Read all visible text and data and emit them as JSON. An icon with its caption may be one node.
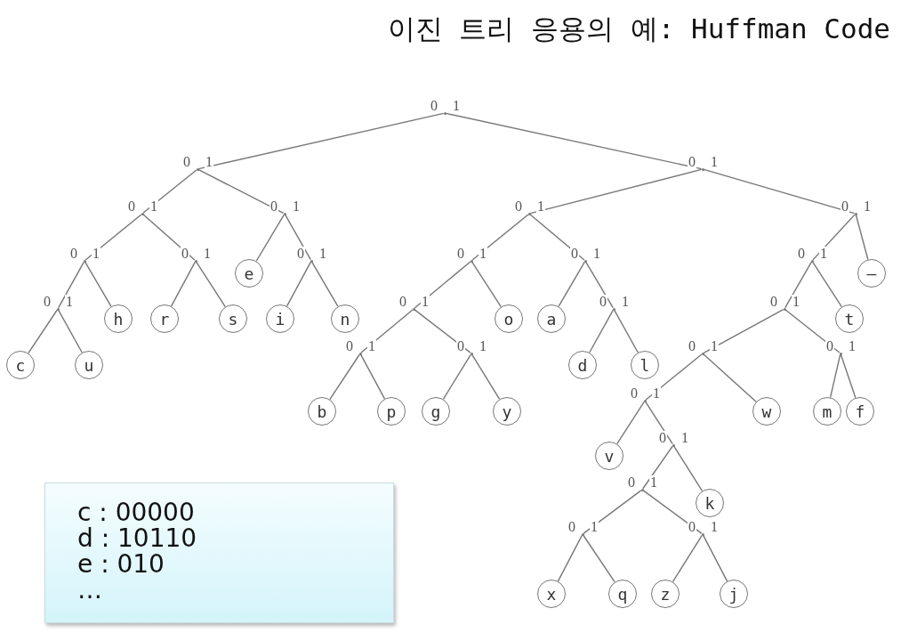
{
  "diagram": {
    "title": "이진 트리 응용의 예: Huffman Code",
    "nodes": [
      {
        "text": [],
        "shape": "point"
      },
      {
        "text": [],
        "shape": "point"
      },
      {
        "text": [],
        "shape": "point"
      },
      {
        "text": [],
        "shape": "point"
      },
      {
        "text": [],
        "shape": "point"
      },
      {
        "text": [
          "c"
        ]
      },
      {
        "text": [
          "u"
        ]
      },
      {
        "text": [
          "h"
        ]
      },
      {
        "text": [],
        "shape": "point"
      },
      {
        "text": [
          "r"
        ]
      },
      {
        "text": [
          "s"
        ]
      },
      {
        "text": [],
        "shape": "point"
      },
      {
        "text": [
          "e"
        ]
      },
      {
        "text": [],
        "shape": "point"
      },
      {
        "text": [
          "i"
        ]
      },
      {
        "text": [
          "n"
        ]
      },
      {
        "text": [],
        "shape": "point"
      },
      {
        "text": [],
        "shape": "point"
      },
      {
        "text": [],
        "shape": "point"
      },
      {
        "text": [],
        "shape": "point"
      },
      {
        "text": [],
        "shape": "point"
      },
      {
        "text": [
          "b"
        ]
      },
      {
        "text": [
          "p"
        ]
      },
      {
        "text": [],
        "shape": "point"
      },
      {
        "text": [
          "g"
        ]
      },
      {
        "text": [
          "y"
        ]
      },
      {
        "text": [
          "o"
        ]
      },
      {
        "text": [],
        "shape": "point"
      },
      {
        "text": [
          "a"
        ]
      },
      {
        "text": [],
        "shape": "point"
      },
      {
        "text": [
          "d"
        ]
      },
      {
        "text": [
          "l"
        ]
      },
      {
        "text": [],
        "shape": "point"
      },
      {
        "text": [],
        "shape": "point"
      },
      {
        "text": [],
        "shape": "point"
      },
      {
        "text": [],
        "shape": "point"
      },
      {
        "text": [],
        "shape": "point"
      },
      {
        "text": [
          "v"
        ]
      },
      {
        "text": [],
        "shape": "point"
      },
      {
        "text": [],
        "shape": "point"
      },
      {
        "text": [],
        "shape": "point"
      },
      {
        "text": [
          "x"
        ]
      },
      {
        "text": [
          "q"
        ]
      },
      {
        "text": [],
        "shape": "point"
      },
      {
        "text": [
          "z"
        ]
      },
      {
        "text": [
          "j"
        ]
      },
      {
        "text": [
          "k"
        ]
      },
      {
        "text": [
          "w"
        ]
      },
      {
        "text": [],
        "shape": "point"
      },
      {
        "text": [
          "m"
        ]
      },
      {
        "text": [
          "f"
        ]
      },
      {
        "text": [
          "t"
        ]
      },
      {
        "text": [
          "—"
        ]
      },
      {
        "text": [
          "c : 00000",
          "d : 10110",
          "e : 010",
          "…"
        ]
      }
    ],
    "edges": [
      {
        "from": 0,
        "to": 1,
        "arrow": "none",
        "label": "0"
      },
      {
        "from": 0,
        "to": 16,
        "arrow": "none",
        "label": "1"
      },
      {
        "from": 1,
        "to": 2,
        "arrow": "none",
        "label": "0"
      },
      {
        "from": 1,
        "to": 11,
        "arrow": "none",
        "label": "1"
      },
      {
        "from": 2,
        "to": 3,
        "arrow": "none",
        "label": "0"
      },
      {
        "from": 2,
        "to": 8,
        "arrow": "none",
        "label": "1"
      },
      {
        "from": 3,
        "to": 4,
        "arrow": "none",
        "label": "0"
      },
      {
        "from": 3,
        "to": 7,
        "arrow": "none",
        "label": "1"
      },
      {
        "from": 4,
        "to": 5,
        "arrow": "none",
        "label": "0"
      },
      {
        "from": 4,
        "to": 6,
        "arrow": "none",
        "label": "1"
      },
      {
        "from": 8,
        "to": 9,
        "arrow": "none",
        "label": "0"
      },
      {
        "from": 8,
        "to": 10,
        "arrow": "none",
        "label": "1"
      },
      {
        "from": 11,
        "to": 12,
        "arrow": "none",
        "label": "0"
      },
      {
        "from": 11,
        "to": 13,
        "arrow": "none",
        "label": "1"
      },
      {
        "from": 13,
        "to": 14,
        "arrow": "none",
        "label": "0"
      },
      {
        "from": 13,
        "to": 15,
        "arrow": "none",
        "label": "1"
      },
      {
        "from": 16,
        "to": 17,
        "arrow": "none",
        "label": "0"
      },
      {
        "from": 16,
        "to": 32,
        "arrow": "none",
        "label": "1"
      },
      {
        "from": 17,
        "to": 18,
        "arrow": "none",
        "label": "0"
      },
      {
        "from": 17,
        "to": 27,
        "arrow": "none",
        "label": "1"
      },
      {
        "from": 18,
        "to": 19,
        "arrow": "none",
        "label": "0"
      },
      {
        "from": 18,
        "to": 26,
        "arrow": "none",
        "label": "1"
      },
      {
        "from": 19,
        "to": 20,
        "arrow": "none",
        "label": "0"
      },
      {
        "from": 19,
        "to": 23,
        "arrow": "none",
        "label": "1"
      },
      {
        "from": 20,
        "to": 21,
        "arrow": "none",
        "label": "0"
      },
      {
        "from": 20,
        "to": 22,
        "arrow": "none",
        "label": "1"
      },
      {
        "from": 23,
        "to": 24,
        "arrow": "none",
        "label": "0"
      },
      {
        "from": 23,
        "to": 25,
        "arrow": "none",
        "label": "1"
      },
      {
        "from": 27,
        "to": 28,
        "arrow": "none",
        "label": "0"
      },
      {
        "from": 27,
        "to": 29,
        "arrow": "none",
        "label": "1"
      },
      {
        "from": 29,
        "to": 30,
        "arrow": "none",
        "label": "0"
      },
      {
        "from": 29,
        "to": 31,
        "arrow": "none",
        "label": "1"
      },
      {
        "from": 32,
        "to": 33,
        "arrow": "none",
        "label": "0"
      },
      {
        "from": 32,
        "to": 52,
        "arrow": "none",
        "label": "1"
      },
      {
        "from": 33,
        "to": 34,
        "arrow": "none",
        "label": "0"
      },
      {
        "from": 33,
        "to": 51,
        "arrow": "none",
        "label": "1"
      },
      {
        "from": 34,
        "to": 35,
        "arrow": "none",
        "label": "0"
      },
      {
        "from": 34,
        "to": 48,
        "arrow": "none",
        "label": "1"
      },
      {
        "from": 35,
        "to": 36,
        "arrow": "none",
        "label": "0"
      },
      {
        "from": 35,
        "to": 47,
        "arrow": "none",
        "label": "1"
      },
      {
        "from": 36,
        "to": 37,
        "arrow": "none",
        "label": "0"
      },
      {
        "from": 36,
        "to": 38,
        "arrow": "none",
        "label": "1"
      },
      {
        "from": 38,
        "to": 39,
        "arrow": "none",
        "label": "0"
      },
      {
        "from": 38,
        "to": 46,
        "arrow": "none",
        "label": "1"
      },
      {
        "from": 39,
        "to": 40,
        "arrow": "none",
        "label": "0"
      },
      {
        "from": 39,
        "to": 43,
        "arrow": "none",
        "label": "1"
      },
      {
        "from": 40,
        "to": 41,
        "arrow": "none",
        "label": "0"
      },
      {
        "from": 40,
        "to": 42,
        "arrow": "none",
        "label": "1"
      },
      {
        "from": 43,
        "to": 44,
        "arrow": "none",
        "label": "0"
      },
      {
        "from": 43,
        "to": 45,
        "arrow": "none",
        "label": "1"
      },
      {
        "from": 48,
        "to": 49,
        "arrow": "none",
        "label": "0"
      },
      {
        "from": 48,
        "to": 50,
        "arrow": "none",
        "label": "1"
      }
    ]
  }
}
